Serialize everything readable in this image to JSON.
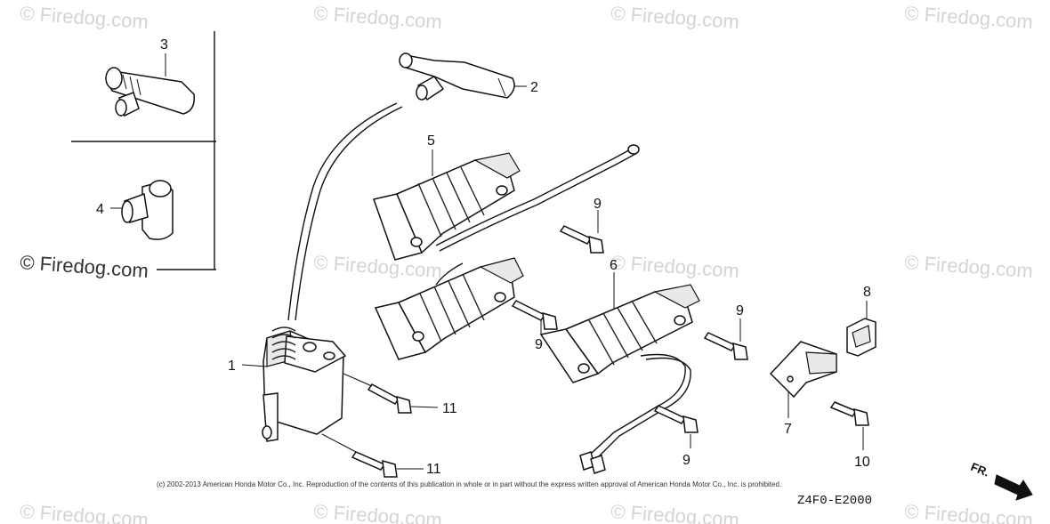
{
  "watermark": {
    "text": "© Firedog.com"
  },
  "callouts": {
    "c1": "1",
    "c2": "2",
    "c3": "3",
    "c4": "4",
    "c5": "5",
    "c6": "6",
    "c7": "7",
    "c8": "8",
    "c9a": "9",
    "c9b": "9",
    "c9c": "9",
    "c9d": "9",
    "c10": "10",
    "c11a": "11",
    "c11b": "11"
  },
  "copyright": "(c) 2002-2013 American Honda Motor Co., Inc. Reproduction of the contents of this publication in whole or in part without the express written approval of American Honda Motor Co., Inc. is prohibited.",
  "diagram_code": "Z4F0-E2000",
  "direction_label": "FR."
}
